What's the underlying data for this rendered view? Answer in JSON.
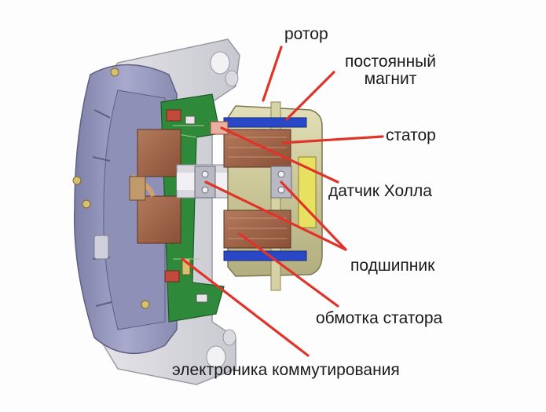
{
  "labels": {
    "rotor": "ротор",
    "magnet_line1": "постоянный",
    "magnet_line2": "магнит",
    "stator": "статор",
    "hall_sensor": "датчик Холла",
    "bearing": "подшипник",
    "stator_winding": "обмотка статора",
    "commutation_electronics": "электроника коммутирования"
  },
  "colors": {
    "pointer": "#e0332a",
    "housing": "#9a9bc0",
    "rotor_cup": "#c8c49a",
    "magnet": "#2848c8",
    "winding": "#a0664a",
    "pcb": "#2e8a3a",
    "label_text": "#1a1a1a"
  }
}
